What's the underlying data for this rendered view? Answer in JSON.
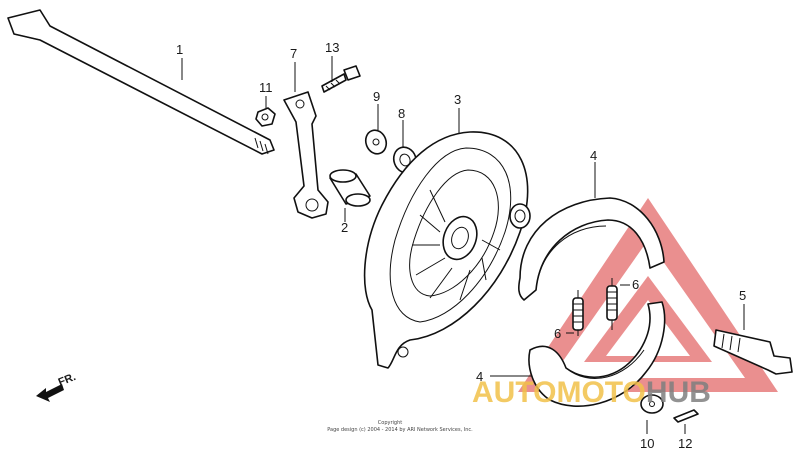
{
  "callouts": {
    "n1": "1",
    "n2": "2",
    "n3": "3",
    "n4a": "4",
    "n4b": "4",
    "n5": "5",
    "n6a": "6",
    "n6b": "6",
    "n7": "7",
    "n8": "8",
    "n9": "9",
    "n10": "10",
    "n11": "11",
    "n12": "12",
    "n13": "13"
  },
  "direction": {
    "label": "FR."
  },
  "copyright": {
    "line1": "Copyright",
    "line2": "Page design (c) 2004 - 2014 by ARI Network Services, Inc."
  },
  "watermark": {
    "part1": "AUTOMOTO",
    "part2": "HUB",
    "accent": "#e05a5a",
    "gold": "#f2c14a",
    "grey": "#7f7f7f"
  }
}
